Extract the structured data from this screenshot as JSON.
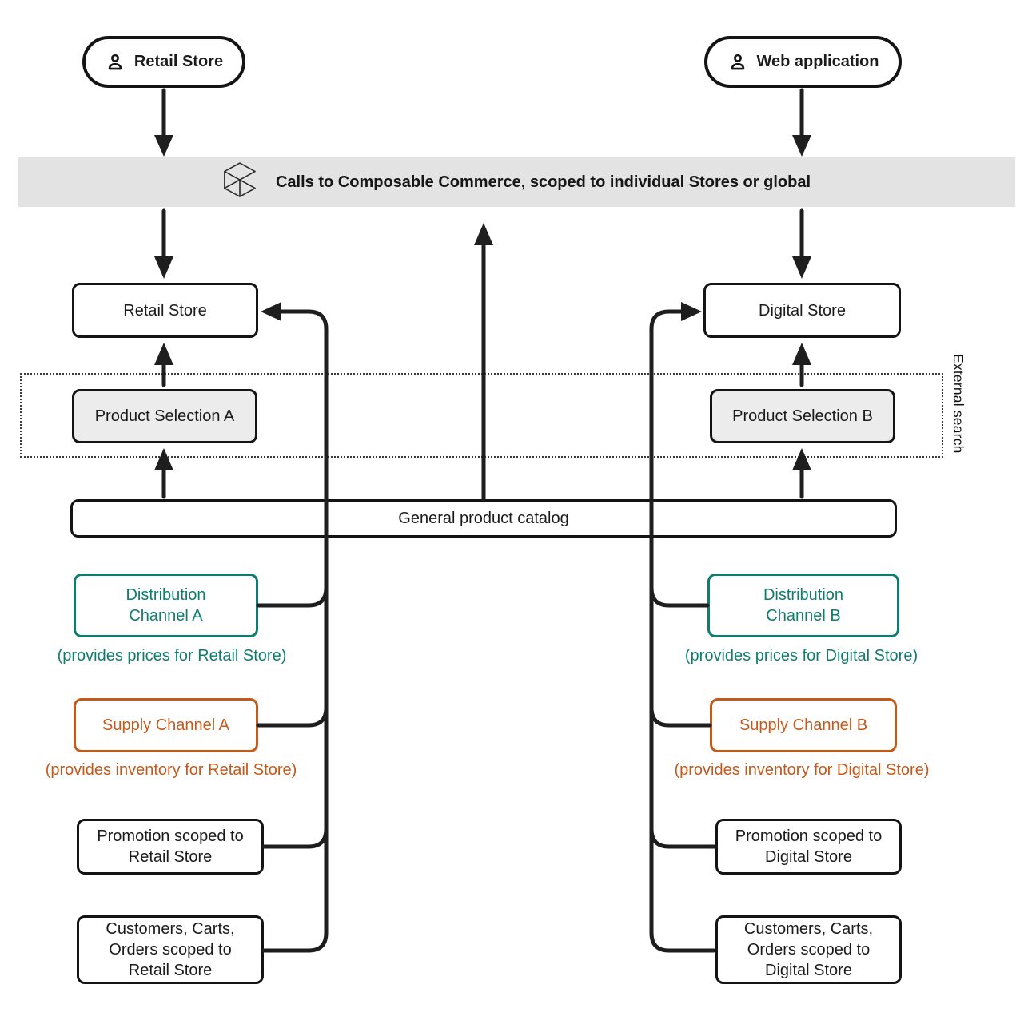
{
  "actors": {
    "left": "Retail Store",
    "right": "Web application"
  },
  "band": {
    "label": "Calls to Composable Commerce, scoped to individual Stores or global",
    "icon": "cube-icon"
  },
  "stores": {
    "left": "Retail Store",
    "right": "Digital Store"
  },
  "selections": {
    "left": "Product Selection A",
    "right": "Product Selection B"
  },
  "external_search": {
    "label": "External search"
  },
  "catalog": {
    "label": "General product catalog"
  },
  "left_column": {
    "distribution_label": "Distribution\nChannel A",
    "distribution_caption": "(provides prices for Retail Store)",
    "supply_label": "Supply Channel A",
    "supply_caption": "(provides inventory for Retail Store)",
    "promotion_label": "Promotion scoped to\nRetail Store",
    "customers_label": "Customers, Carts,\nOrders scoped to\nRetail Store"
  },
  "right_column": {
    "distribution_label": "Distribution\nChannel B",
    "distribution_caption": "(provides prices for Digital Store)",
    "supply_label": "Supply Channel B",
    "supply_caption": "(provides inventory for Digital Store)",
    "promotion_label": "Promotion scoped to\nDigital Store",
    "customers_label": "Customers, Carts,\nOrders scoped to\nDigital Store"
  },
  "colors": {
    "teal": "#0E7D6F",
    "orange": "#C4591A",
    "band_background": "#E3E3E3",
    "selection_background": "#ECECEC",
    "line": "#1E1E1E"
  },
  "icons": [
    "person-icon",
    "cube-icon"
  ]
}
